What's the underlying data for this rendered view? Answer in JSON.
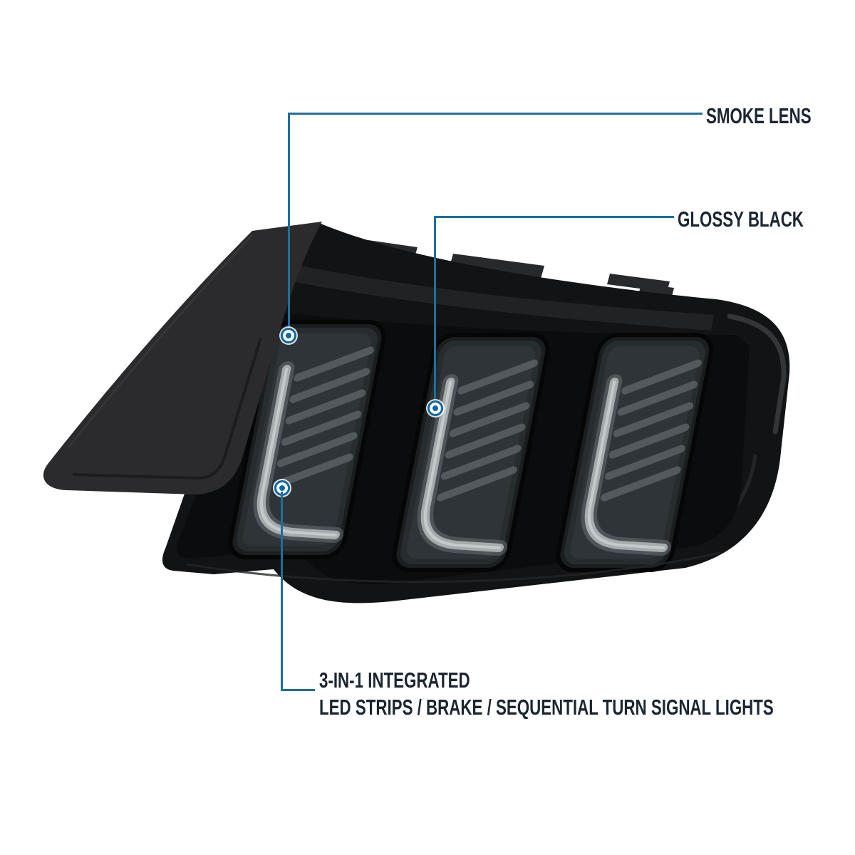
{
  "callouts": {
    "smoke_lens": {
      "label": "SMOKE LENS"
    },
    "glossy_black": {
      "label": "GLOSSY BLACK"
    },
    "integrated_leds": {
      "line1": "3-IN-1 INTEGRATED",
      "line2": "LED STRIPS / BRAKE / SEQUENTIAL TURN SIGNAL LIGHTS"
    }
  },
  "colors": {
    "background": "#ffffff",
    "callout_line": "#1e6f9e",
    "marker_ring": "#10699f",
    "label_text": "#1c2631"
  }
}
